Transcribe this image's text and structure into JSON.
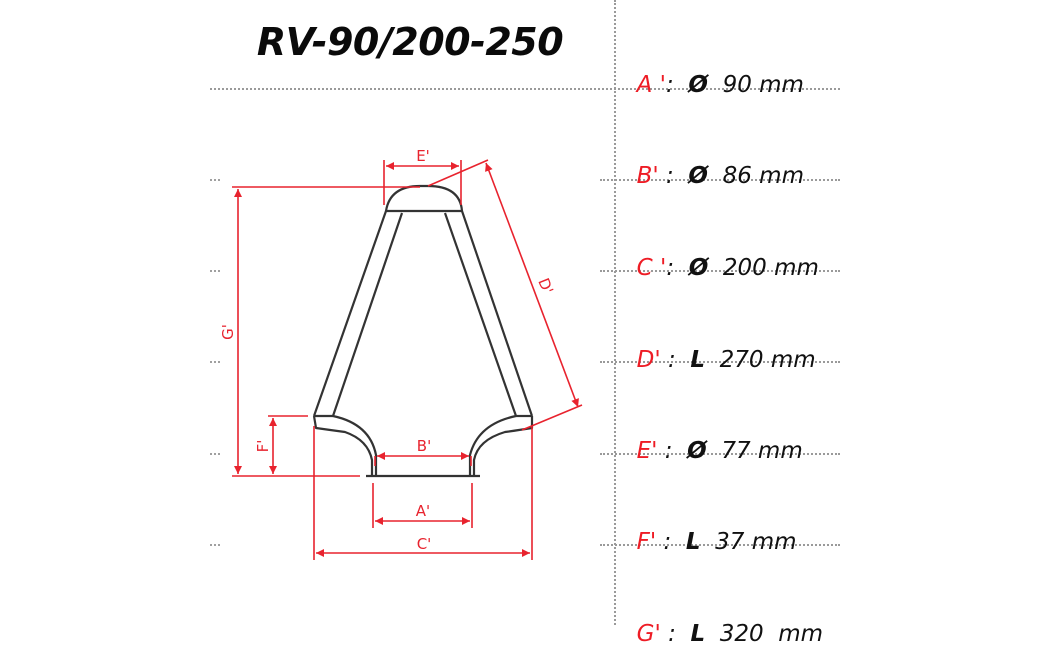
{
  "title": "RV-90/200-250",
  "colors": {
    "dimension": "#e8232e",
    "outline": "#333333",
    "key": "#ee1c25",
    "text": "#111111",
    "divider": "#9a9a9a"
  },
  "drawing": {
    "labels": {
      "A": "A'",
      "B": "B'",
      "C": "C'",
      "D": "D'",
      "E": "E'",
      "F": "F'",
      "G": "G'"
    }
  },
  "specs": [
    {
      "key": "A '",
      "sep": ":",
      "symbol": "Ø",
      "value": "90 mm"
    },
    {
      "key": "B'",
      "sep": " :",
      "symbol": "Ø",
      "value": "86 mm"
    },
    {
      "key": "C '",
      "sep": ":",
      "symbol": "Ø",
      "value": "200 mm"
    },
    {
      "key": "D'",
      "sep": " :",
      "symbol": "L",
      "value": "270 mm"
    },
    {
      "key": "E'",
      "sep": " :",
      "symbol": "Ø",
      "value": "77 mm"
    },
    {
      "key": "F'",
      "sep": " :",
      "symbol": "L",
      "value": "37 mm"
    },
    {
      "key": "G'",
      "sep": " :",
      "symbol": "L",
      "value": "320  mm"
    }
  ]
}
